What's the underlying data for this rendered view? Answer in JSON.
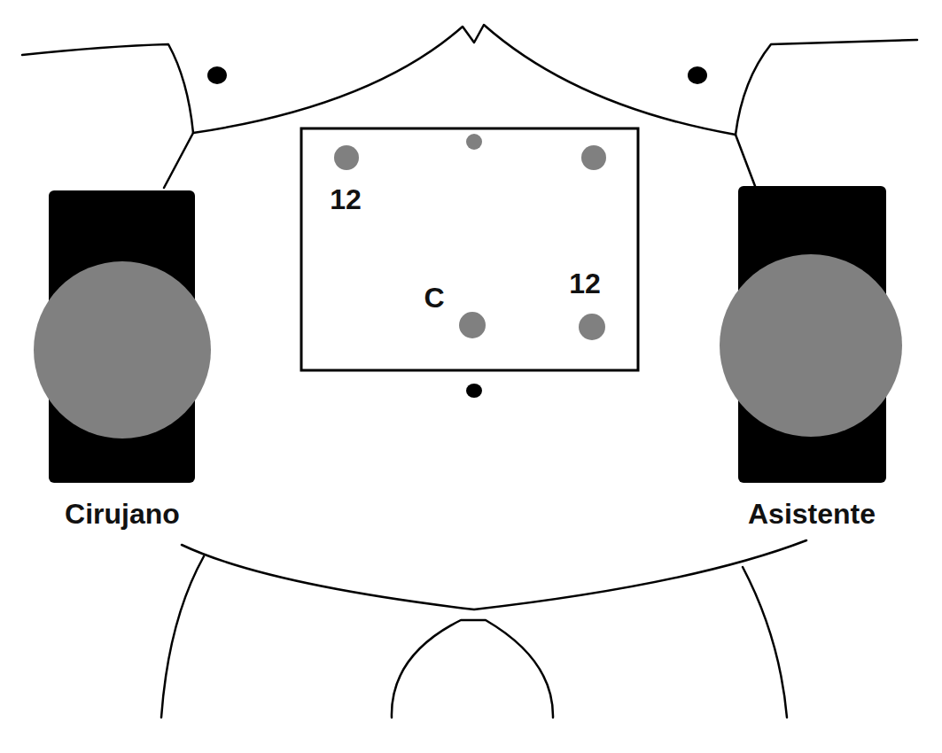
{
  "diagram": {
    "labels": [
      "12",
      "C",
      "12",
      "Cirujano",
      "Asistente"
    ]
  }
}
